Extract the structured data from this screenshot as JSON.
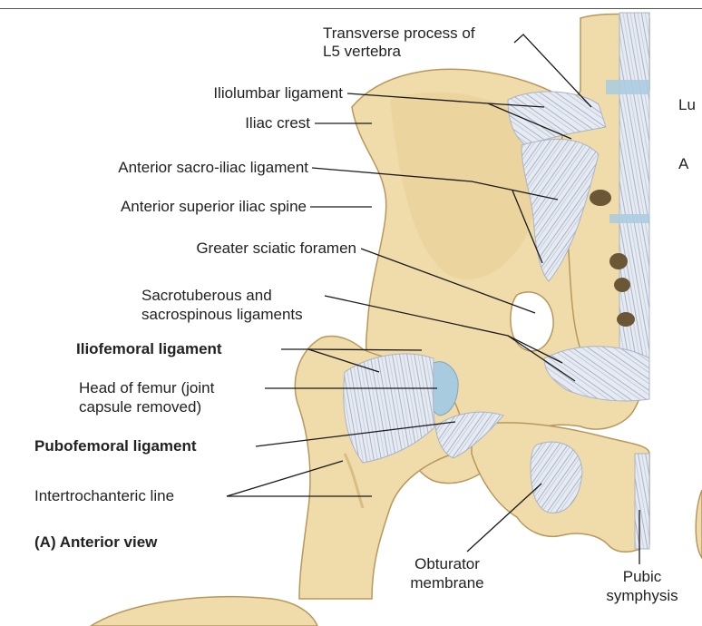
{
  "figure": {
    "view_caption": "(A) Anterior view",
    "labels": {
      "transverse_process_l1": "Transverse process of",
      "transverse_process_l2": "L5 vertebra",
      "iliolumbar": "Iliolumbar ligament",
      "iliac_crest": "Iliac crest",
      "anterior_sacroiliac": "Anterior sacro-iliac ligament",
      "asis": "Anterior superior iliac spine",
      "greater_sciatic": "Greater sciatic foramen",
      "sacrotuberous_l1": "Sacrotuberous and",
      "sacrotuberous_l2": "sacrospinous ligaments",
      "iliofemoral": "Iliofemoral ligament",
      "head_femur_l1": "Head of femur (joint",
      "head_femur_l2": "capsule removed)",
      "pubofemoral": "Pubofemoral ligament",
      "intertrochanteric": "Intertrochanteric line",
      "obturator_l1": "Obturator",
      "obturator_l2": "membrane",
      "pubic_l1": "Pubic",
      "pubic_l2": "symphysis"
    },
    "cropped_right_labels": {
      "top": "Lu",
      "bottom": "A"
    }
  },
  "colors": {
    "bone": "#f0dcaa",
    "bone_shade": "#d9bd82",
    "bone_outline": "#b9975c",
    "ligament": "#e6eaf2",
    "ligament_fiber": "#a9b4c6",
    "cartilage": "#a9cbe0",
    "leader_line": "#1a1a1a",
    "text": "#222222"
  }
}
